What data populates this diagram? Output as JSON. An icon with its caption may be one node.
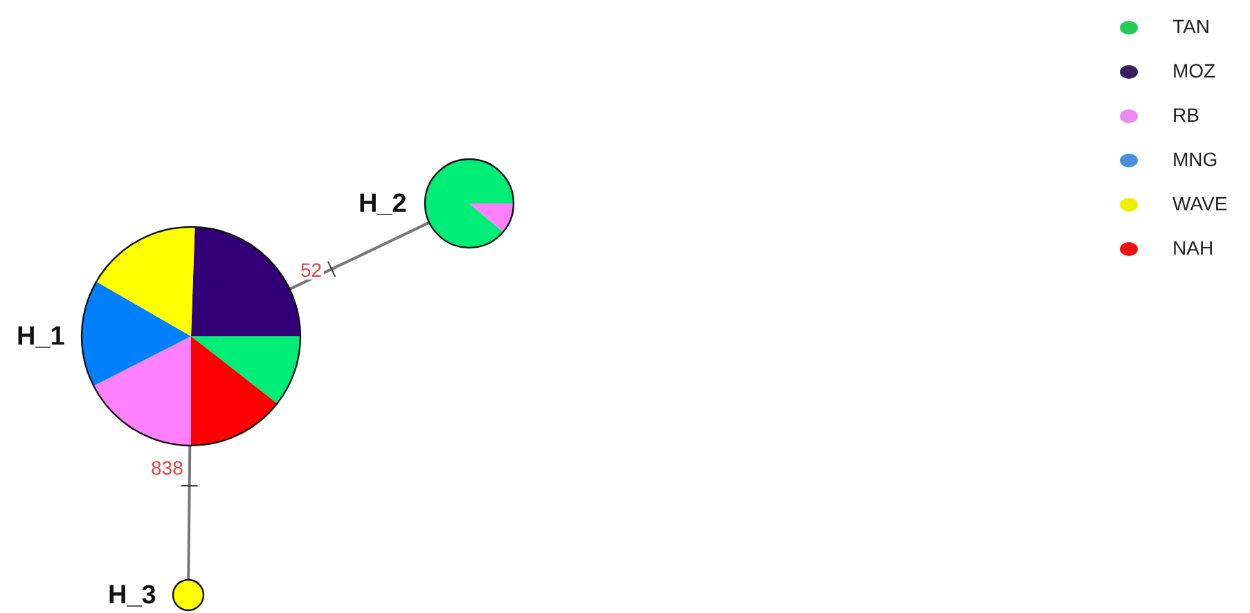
{
  "diagram": {
    "nodes": [
      {
        "text": [
          "H_1"
        ]
      },
      {
        "text": [
          "H_2"
        ]
      },
      {
        "text": [
          "H_3"
        ]
      }
    ],
    "edges": [
      {
        "from": 0,
        "to": 1,
        "arrow": "none",
        "label": "52"
      },
      {
        "from": 0,
        "to": 2,
        "arrow": "none",
        "label": "838"
      }
    ],
    "legend": [
      {
        "text": "TAN",
        "color": "#22cc55"
      },
      {
        "text": "MOZ",
        "color": "#3a1f5c"
      },
      {
        "text": "RB",
        "color": "#ee88ee"
      },
      {
        "text": "MNG",
        "color": "#4a90d9"
      },
      {
        "text": "WAVE",
        "color": "#eeee00"
      },
      {
        "text": "NAH",
        "color": "#ee1111"
      }
    ]
  }
}
